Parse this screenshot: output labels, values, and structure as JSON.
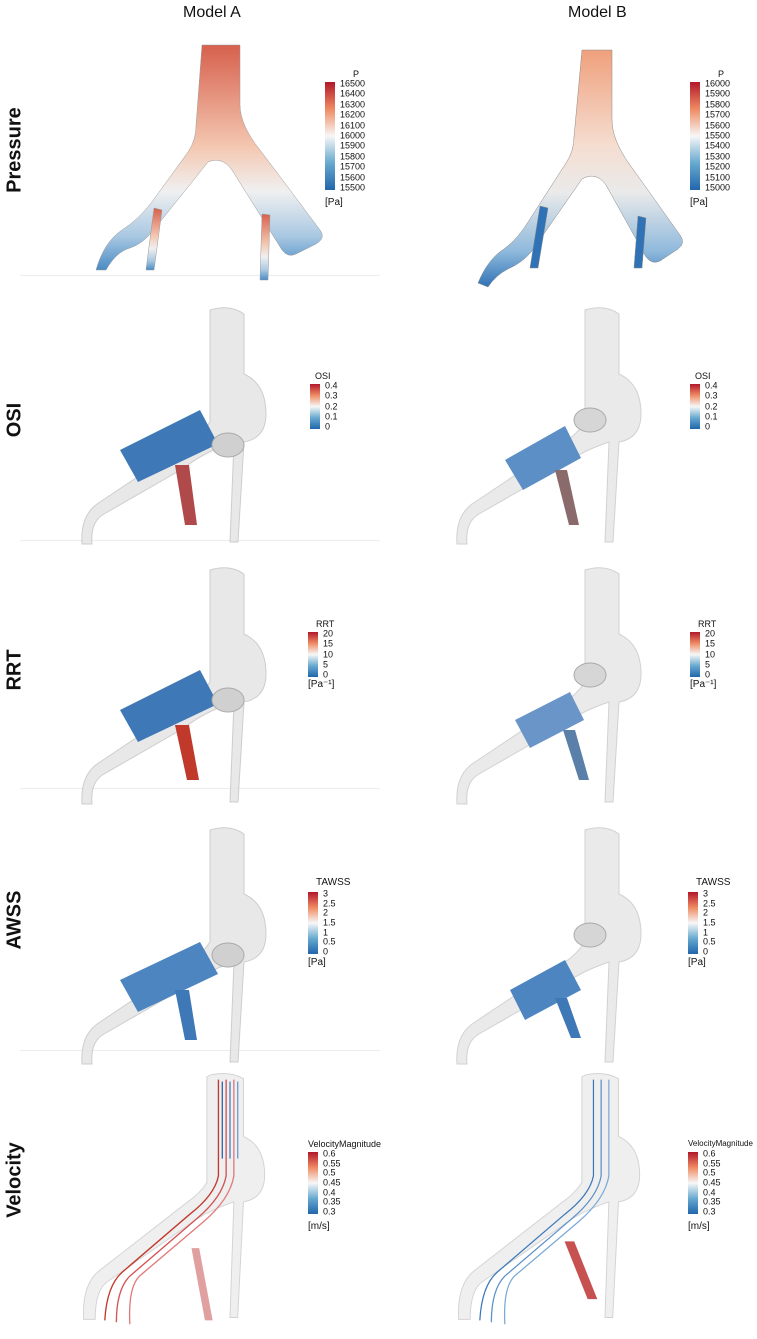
{
  "columns": [
    "Model A",
    "Model B"
  ],
  "rows": [
    {
      "label": "Pressure"
    },
    {
      "label": "OSI"
    },
    {
      "label": "RRT"
    },
    {
      "label": "AWSS"
    },
    {
      "label": "Velocity"
    }
  ],
  "legends": {
    "pressure_a": {
      "title": "P",
      "ticks": [
        "16500",
        "16400",
        "16300",
        "16200",
        "16100",
        "16000",
        "15900",
        "15800",
        "15700",
        "15600",
        "15500"
      ],
      "unit": "[Pa]"
    },
    "pressure_b": {
      "title": "P",
      "ticks": [
        "16000",
        "15900",
        "15800",
        "15700",
        "15600",
        "15500",
        "15400",
        "15300",
        "15200",
        "15100",
        "15000"
      ],
      "unit": "[Pa]"
    },
    "osi": {
      "title": "OSI",
      "ticks": [
        "0.4",
        "0.3",
        "0.2",
        "0.1",
        "0"
      ],
      "unit": ""
    },
    "rrt": {
      "title": "RRT",
      "ticks": [
        "20",
        "15",
        "10",
        "5",
        "0"
      ],
      "unit": "[Pa⁻¹]"
    },
    "awss": {
      "title": "TAWSS",
      "ticks": [
        "3",
        "2.5",
        "2",
        "1.5",
        "1",
        "0.5",
        "0"
      ],
      "unit": "[Pa]"
    },
    "velocity": {
      "title": "VelocityMagnitude",
      "ticks": [
        "0.6",
        "0.55",
        "0.5",
        "0.45",
        "0.4",
        "0.35",
        "0.3"
      ],
      "unit": "[m/s]"
    }
  },
  "colormap": {
    "high": "#b2182b",
    "mid": "#f7f7f7",
    "low": "#2166ac"
  }
}
